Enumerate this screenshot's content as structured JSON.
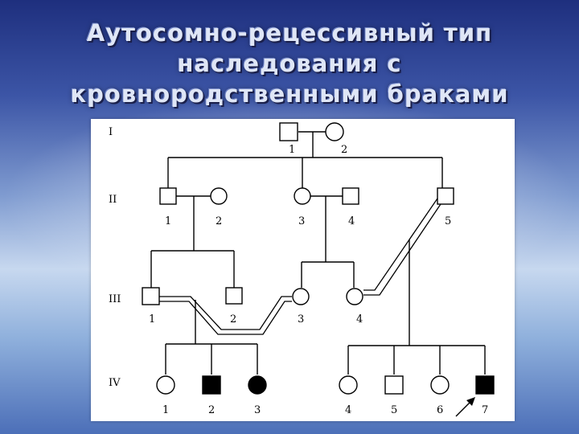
{
  "title": {
    "line1": "Аутосомно-рецессивный тип",
    "line2": "наследования с",
    "line3": "кровнородственными браками"
  },
  "pedigree": {
    "generations": [
      "I",
      "II",
      "III",
      "IV"
    ],
    "individuals": {
      "g1_1": {
        "label": "1",
        "sex": "male",
        "affected": false
      },
      "g1_2": {
        "label": "2",
        "sex": "female",
        "affected": false
      },
      "g2_1": {
        "label": "1",
        "sex": "male",
        "affected": false
      },
      "g2_2": {
        "label": "2",
        "sex": "female",
        "affected": false
      },
      "g2_3": {
        "label": "3",
        "sex": "female",
        "affected": false
      },
      "g2_4": {
        "label": "4",
        "sex": "male",
        "affected": false
      },
      "g2_5": {
        "label": "5",
        "sex": "male",
        "affected": false
      },
      "g3_1": {
        "label": "1",
        "sex": "male",
        "affected": false
      },
      "g3_2": {
        "label": "2",
        "sex": "male",
        "affected": false
      },
      "g3_3": {
        "label": "3",
        "sex": "female",
        "affected": false
      },
      "g3_4": {
        "label": "4",
        "sex": "female",
        "affected": false
      },
      "g4_1": {
        "label": "1",
        "sex": "female",
        "affected": false
      },
      "g4_2": {
        "label": "2",
        "sex": "male",
        "affected": true
      },
      "g4_3": {
        "label": "3",
        "sex": "female",
        "affected": true
      },
      "g4_4": {
        "label": "4",
        "sex": "female",
        "affected": false
      },
      "g4_5": {
        "label": "5",
        "sex": "male",
        "affected": false
      },
      "g4_6": {
        "label": "6",
        "sex": "female",
        "affected": false
      },
      "g4_7": {
        "label": "7",
        "sex": "male",
        "affected": true,
        "proband": true
      }
    }
  }
}
